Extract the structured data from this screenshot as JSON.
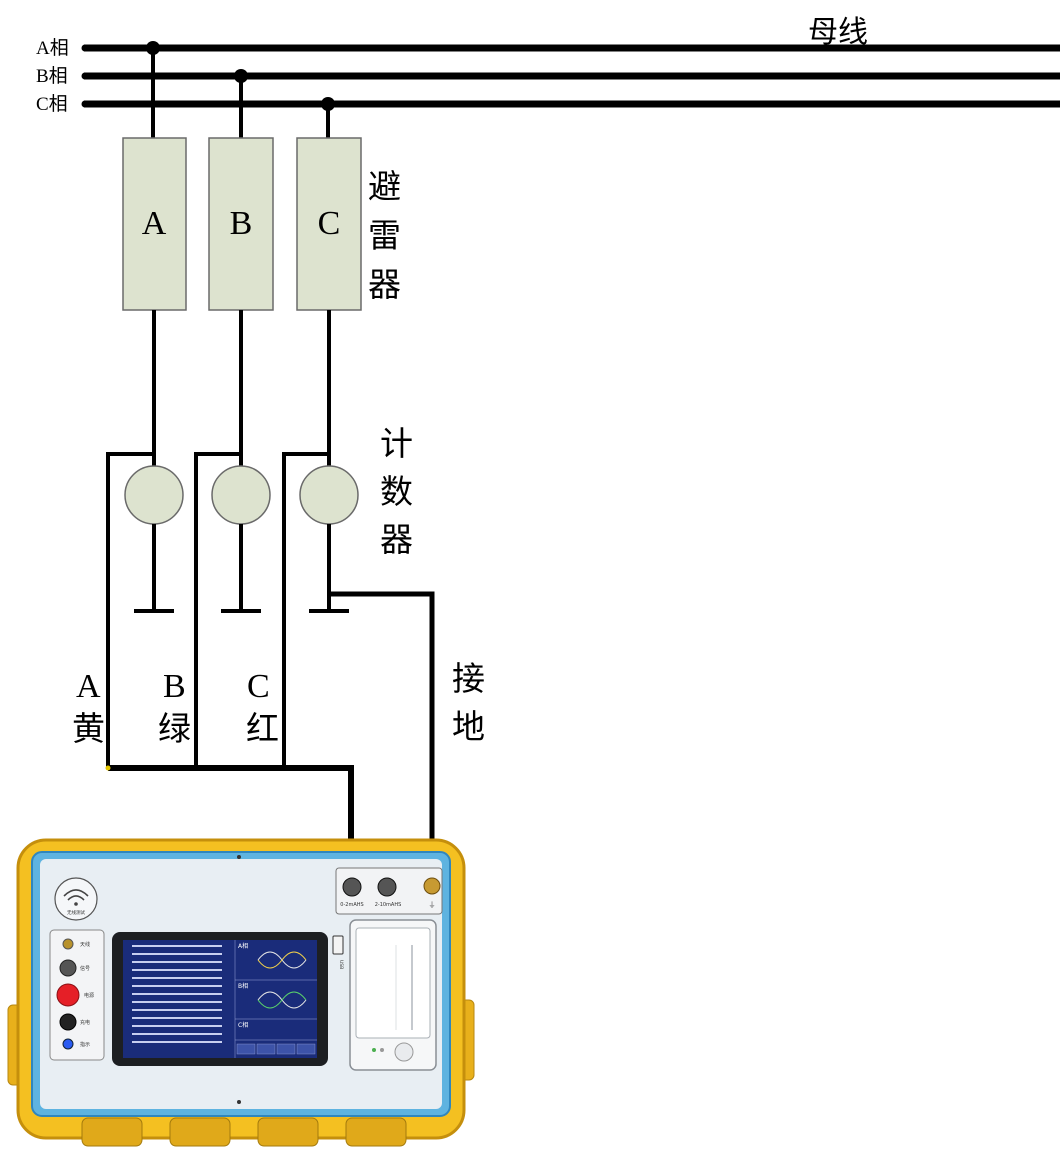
{
  "diagram": {
    "bus_label": "母线",
    "phases": [
      "A相",
      "B相",
      "C相"
    ],
    "arrester_letters": [
      "A",
      "B",
      "C"
    ],
    "arrester_label": [
      "避",
      "雷",
      "器"
    ],
    "counter_label": [
      "计",
      "数",
      "器"
    ],
    "lead_letters": [
      "A",
      "B",
      "C"
    ],
    "lead_colors_text": [
      "黄",
      "绿",
      "红"
    ],
    "ground_label": [
      "接",
      "地"
    ]
  },
  "instrument": {
    "brand_text": "无线测试",
    "side_labels": [
      "天线",
      "信号",
      "电源",
      "充电",
      "指示"
    ],
    "input_labels": [
      "0-2mAHS",
      "2-10mAHS"
    ],
    "usb_label": "USB",
    "screen_side_labels": [
      "A相",
      "B相",
      "C相"
    ]
  },
  "colors": {
    "line": "#000000",
    "arrester_fill": "#dde3cf",
    "counter_fill": "#dde3cf",
    "case_yellow": "#f4c021",
    "panel_blue": "#7fc6ea",
    "screen_blue": "#1a2c7a"
  }
}
